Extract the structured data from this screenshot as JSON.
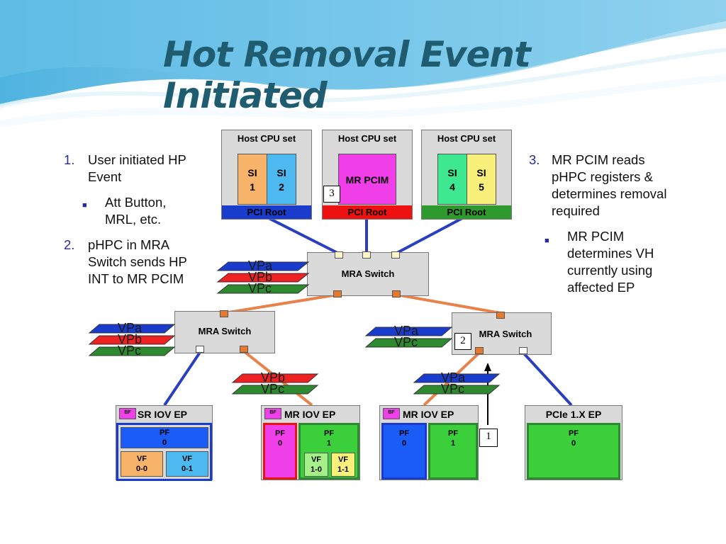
{
  "title": "Hot Removal Event Initiated",
  "left_list": {
    "item1_num": "1.",
    "item1": "User initiated HP Event",
    "item1_sub": "Att Button, MRL, etc.",
    "item2_num": "2.",
    "item2": "pHPC in MRA Switch sends HP INT to MR PCIM"
  },
  "right_list": {
    "item3_num": "3.",
    "item3": "MR PCIM reads pHPC registers & determines removal required",
    "item3_sub": "MR PCIM determines VH currently using affected EP"
  },
  "hosts": [
    {
      "title": "Host CPU set",
      "a": "SI\n1",
      "b": "SI\n2",
      "root": "PCI Root",
      "root_color": "#1a3ccc"
    },
    {
      "title": "Host CPU set",
      "pcim": "MR PCIM",
      "root": "PCI Root",
      "root_color": "#ee1111"
    },
    {
      "title": "Host CPU set",
      "a": "SI\n4",
      "b": "SI\n5",
      "root": "PCI Root",
      "root_color": "#2e9a2e"
    }
  ],
  "switch_label": "MRA Switch",
  "vp_labels": {
    "a": "VPa",
    "b": "VPb",
    "c": "VPc"
  },
  "endpoints": {
    "sr": {
      "bf": "BF",
      "title": "SR IOV EP",
      "pf": "PF\n0",
      "vf0": "VF\n0-0",
      "vf1": "VF\n0-1"
    },
    "mr1": {
      "bf": "BF",
      "title": "MR IOV EP",
      "pf0": "PF\n0",
      "pf1": "PF\n1",
      "vf0": "VF\n1-0",
      "vf1": "VF\n1-1"
    },
    "mr2": {
      "bf": "BF",
      "title": "MR IOV EP",
      "pf0": "PF\n0",
      "pf1": "PF\n1"
    },
    "pcie": {
      "title": "PCIe 1.X EP",
      "pf": "PF\n0"
    }
  },
  "step_markers": {
    "one": "1",
    "two": "2",
    "three": "3"
  },
  "colors": {
    "title": "#1f5c70",
    "blue_link": "#2a3fbf",
    "orange_link": "#e8824a"
  }
}
